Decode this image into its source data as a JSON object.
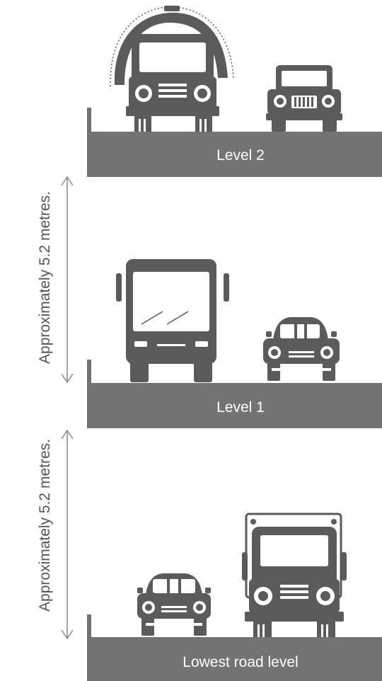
{
  "levels": [
    {
      "label": "Level 2"
    },
    {
      "label": "Level 1"
    },
    {
      "label": "Lowest road level"
    }
  ],
  "clearances": [
    {
      "label": "Approximately 5.2 metres."
    },
    {
      "label": "Approximately 5.2 metres."
    }
  ],
  "vehicles": {
    "level_2": [
      "tanker-truck",
      "jeep"
    ],
    "level_1": [
      "bus",
      "car"
    ],
    "lowest": [
      "car",
      "box-truck"
    ]
  },
  "colors": {
    "slab": "#737373",
    "vehicle": "#5b5b5b",
    "arrow": "#8c8c8c",
    "text_dim": "#555555",
    "text_on_slab": "#ffffff"
  }
}
